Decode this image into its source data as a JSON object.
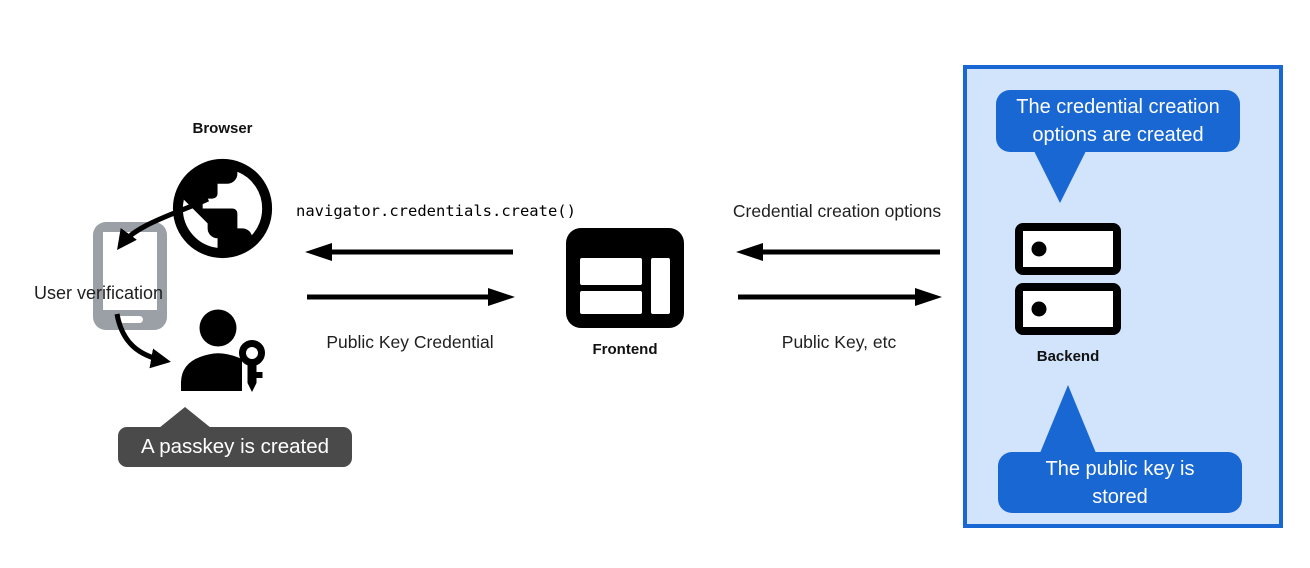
{
  "browser_group": {
    "title": "Browser",
    "user_verification": "User verification",
    "bubble": "A passkey is created"
  },
  "frontend_group": {
    "title": "Frontend"
  },
  "backend_group": {
    "title": "Backend",
    "bubble_top": "The credential creation\noptions are created",
    "bubble_bottom": "The public key is\nstored"
  },
  "flows": {
    "create_call": "navigator.credentials.create()",
    "public_key_credential": "Public Key Credential",
    "credential_creation_options": "Credential creation options",
    "public_key_etc": "Public Key, etc"
  },
  "icons": {
    "browser": "globe-icon",
    "device": "smartphone-icon",
    "user": "person-key-icon",
    "frontend": "browser-window-icon",
    "backend": "server-stack-icon"
  },
  "colors": {
    "accent_blue": "#1967d2",
    "panel_fill": "#d2e3fc",
    "dark_bubble": "#4a4a4a",
    "phone_gray": "#9aa0a6",
    "icon_black": "#000000"
  }
}
